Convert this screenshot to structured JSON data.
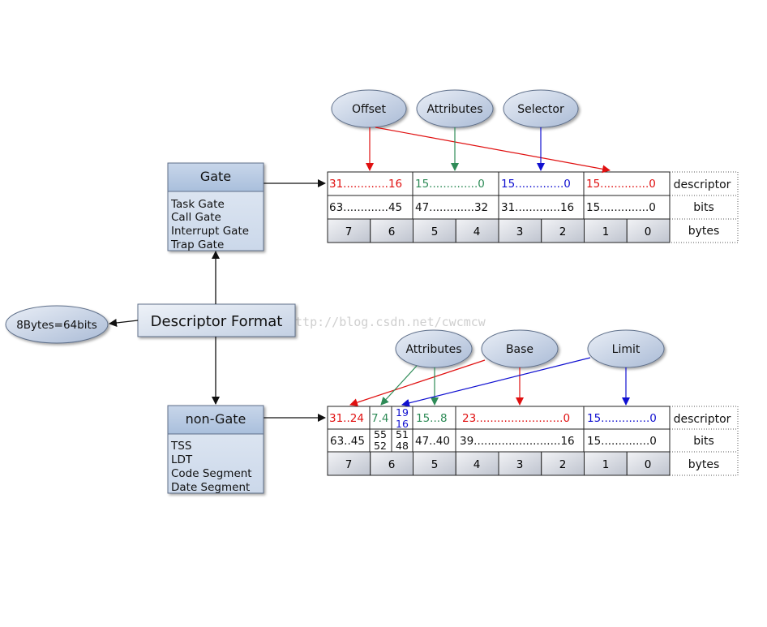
{
  "colors": {
    "red": "#e01010",
    "green": "#2e8b57",
    "blue": "#1010d0",
    "black": "#111111",
    "box_header": "#b4c6de",
    "box_body": "#dde6f1",
    "ellipse_fill": "#c6d2e5",
    "byte_cell": "#d2d6df"
  },
  "center": {
    "label": "Descriptor Format",
    "size_label": "8Bytes=64bits"
  },
  "gate": {
    "title": "Gate",
    "items": [
      "Task Gate",
      "Call Gate",
      "Interrupt Gate",
      "Trap Gate"
    ]
  },
  "nongate": {
    "title": "non-Gate",
    "items": [
      "TSS",
      "LDT",
      "Code Segment",
      "Date Segment"
    ]
  },
  "row_labels": {
    "descriptor": "descriptor",
    "bits": "bits",
    "bytes": "bytes"
  },
  "bytes": [
    "7",
    "6",
    "5",
    "4",
    "3",
    "2",
    "1",
    "0"
  ],
  "gate_table": {
    "ellipses": [
      "Offset",
      "Attributes",
      "Selector"
    ],
    "descriptor": [
      {
        "text": "31.............16",
        "color": "red"
      },
      {
        "text": "15..............0",
        "color": "green"
      },
      {
        "text": "15..............0",
        "color": "blue"
      },
      {
        "text": "15..............0",
        "color": "red"
      }
    ],
    "bits": [
      "63.............45",
      "47.............32",
      "31.............16",
      "15..............0"
    ]
  },
  "nongate_table": {
    "ellipses": [
      "Attributes",
      "Base",
      "Limit"
    ],
    "descriptor": [
      {
        "text": "31..24",
        "color": "red"
      },
      {
        "text": "7.4",
        "color": "green"
      },
      {
        "text": "19",
        "color": "blue"
      },
      {
        "text": "16",
        "color": "blue"
      },
      {
        "text": "15...8",
        "color": "green"
      },
      {
        "text": "23.........................0",
        "color": "red"
      },
      {
        "text": "15..............0",
        "color": "blue"
      }
    ],
    "bits": [
      "63..45",
      "55",
      "52",
      "51",
      "48",
      "47..40",
      "39.........................16",
      "15..............0"
    ]
  },
  "watermark": "http://blog.csdn.net/cwcmcw"
}
